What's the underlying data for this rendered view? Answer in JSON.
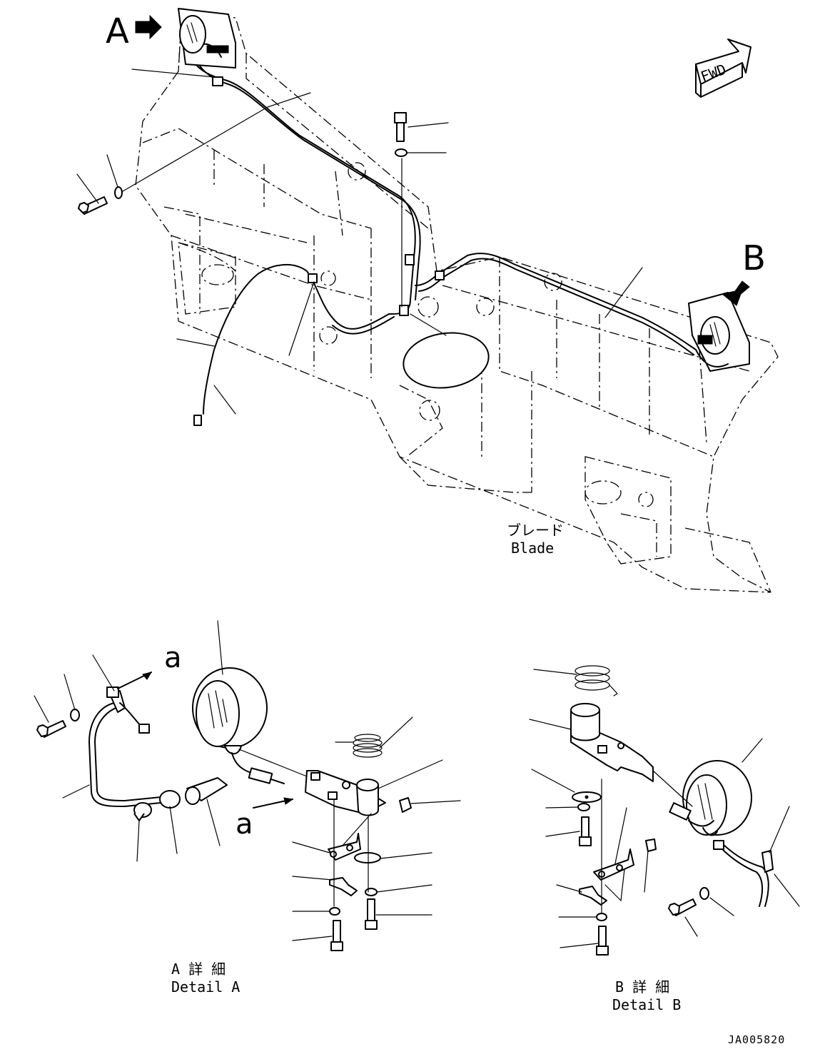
{
  "labels": {
    "view_a": "A",
    "view_b": "B",
    "fwd": "FWD",
    "blade_jp": "ブレード",
    "blade_en": "Blade",
    "detail_a_jp": "A 詳 細",
    "detail_a_en": "Detail A",
    "detail_b_jp": "B 詳 細",
    "detail_b_en": "Detail B",
    "arrow_a_small": "a",
    "arrow_a_small_2": "a",
    "drawing_number": "JA005820"
  }
}
